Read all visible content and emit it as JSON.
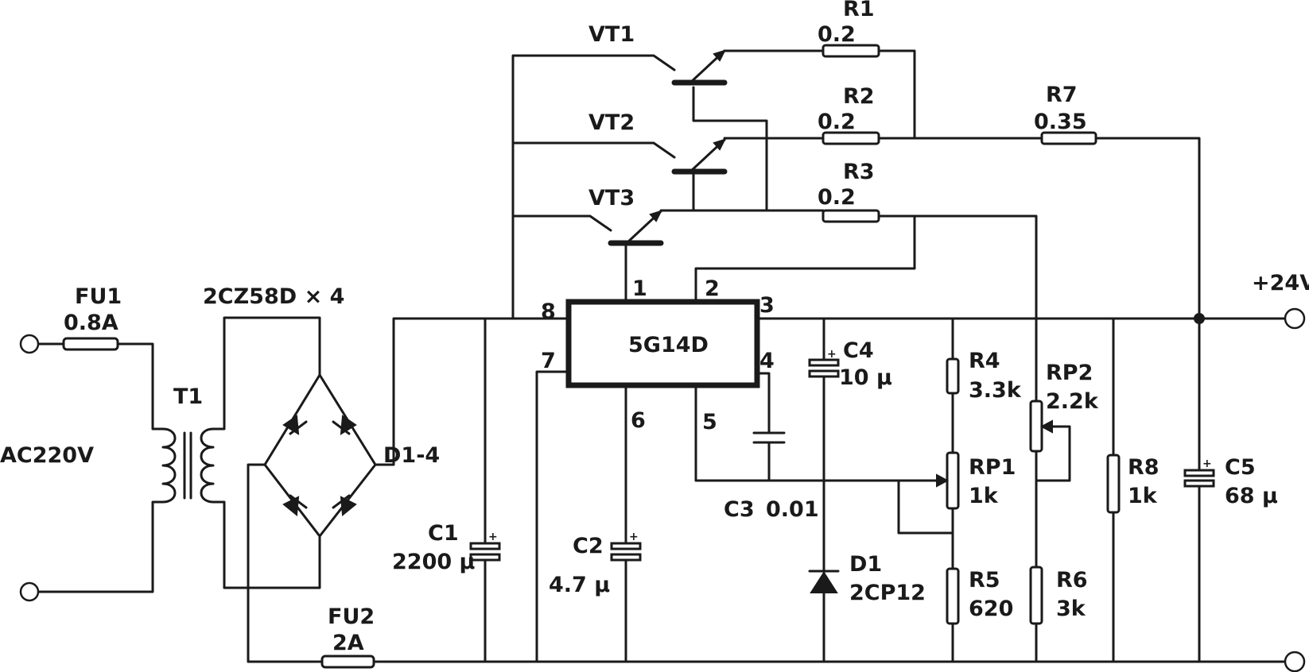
{
  "components": {
    "fu1": {
      "ref": "FU1",
      "value": "0.8A"
    },
    "fu2": {
      "ref": "FU2",
      "value": "2A"
    },
    "t1": {
      "ref": "T1"
    },
    "bridge": {
      "part": "2CZ58D × 4",
      "ref": "D1-4"
    },
    "ac_input": {
      "label": "AC220V"
    },
    "c1": {
      "ref": "C1",
      "value": "2200 μ"
    },
    "c2": {
      "ref": "C2",
      "value": "4.7 μ"
    },
    "c3": {
      "ref": "C3",
      "value": "0.01"
    },
    "c4": {
      "ref": "C4",
      "value": "10 μ"
    },
    "c5": {
      "ref": "C5",
      "value": "68 μ"
    },
    "d1": {
      "ref": "D1",
      "value": "2CP12"
    },
    "ic": {
      "part": "5G14D"
    },
    "vt1": {
      "ref": "VT1"
    },
    "vt2": {
      "ref": "VT2"
    },
    "vt3": {
      "ref": "VT3"
    },
    "r1": {
      "ref": "R1",
      "value": "0.2"
    },
    "r2": {
      "ref": "R2",
      "value": "0.2"
    },
    "r3": {
      "ref": "R3",
      "value": "0.2"
    },
    "r4": {
      "ref": "R4",
      "value": "3.3k"
    },
    "r5": {
      "ref": "R5",
      "value": "620"
    },
    "r6": {
      "ref": "R6",
      "value": "3k"
    },
    "r7": {
      "ref": "R7",
      "value": "0.35"
    },
    "r8": {
      "ref": "R8",
      "value": "1k"
    },
    "rp1": {
      "ref": "RP1",
      "value": "1k"
    },
    "rp2": {
      "ref": "RP2",
      "value": "2.2k"
    }
  },
  "ic_pins": {
    "p1": "1",
    "p2": "2",
    "p3": "3",
    "p4": "4",
    "p5": "5",
    "p6": "6",
    "p7": "7",
    "p8": "8"
  },
  "output": {
    "label": "+24V"
  },
  "polarity_mark": "+"
}
